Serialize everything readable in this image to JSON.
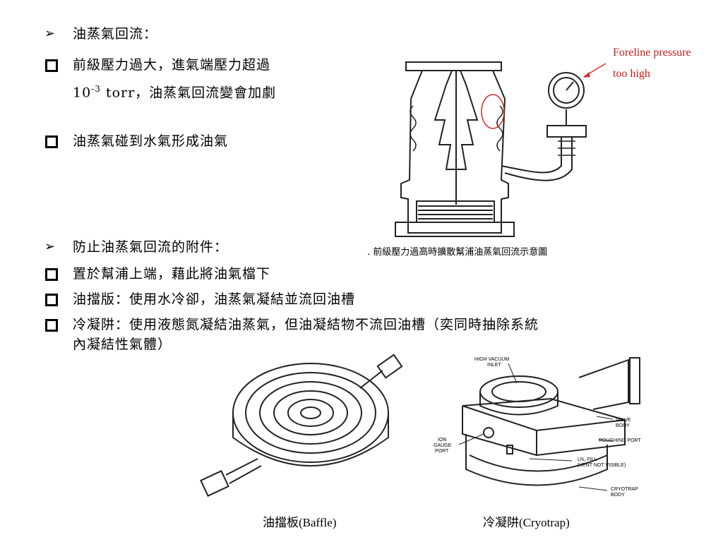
{
  "section1": {
    "heading": "油蒸氣回流：",
    "item1_line1": "前級壓力過大，進氣端壓力超過",
    "item1_base": "10",
    "item1_exp": "-3",
    "item1_rest": " torr，油蒸氣回流變會加劇",
    "item2": "油蒸氣碰到水氣形成油氣"
  },
  "diagram1": {
    "annotation_line1": "Foreline pressure",
    "annotation_line2": "too high",
    "caption": "前級壓力過高時擴散幫浦油蒸氣回流示意圖"
  },
  "section2": {
    "heading": "防止油蒸氣回流的附件：",
    "item1": "置於幫浦上端，藉此將油氣檔下",
    "item2": "油擋版：使用水冷卻，油蒸氣凝結並流回油槽",
    "item3_line1": "冷凝阱：使用液態氮凝結油蒸氣，但油凝結物不流回油槽（奕同時抽除系統",
    "item3_line2": "內凝結性氣體）"
  },
  "baffle": {
    "caption": "油擋板(Baffle)"
  },
  "cryotrap": {
    "caption": "冷凝阱(Cryotrap)",
    "label_inlet_1": "HIGH VACUUM",
    "label_inlet_2": "INLET",
    "label_valve_1": "VALVE",
    "label_valve_2": "BODY",
    "label_roughing": "ROUGHING PORT",
    "label_ion_1": "ION",
    "label_ion_2": "GAUGE",
    "label_ion_3": "PORT",
    "label_ln2_1": "LN₂ FILL",
    "label_ln2_2": "(VENT NOT VISIBLE)",
    "label_body_1": "CRYOTRAP",
    "label_body_2": "BODY"
  }
}
